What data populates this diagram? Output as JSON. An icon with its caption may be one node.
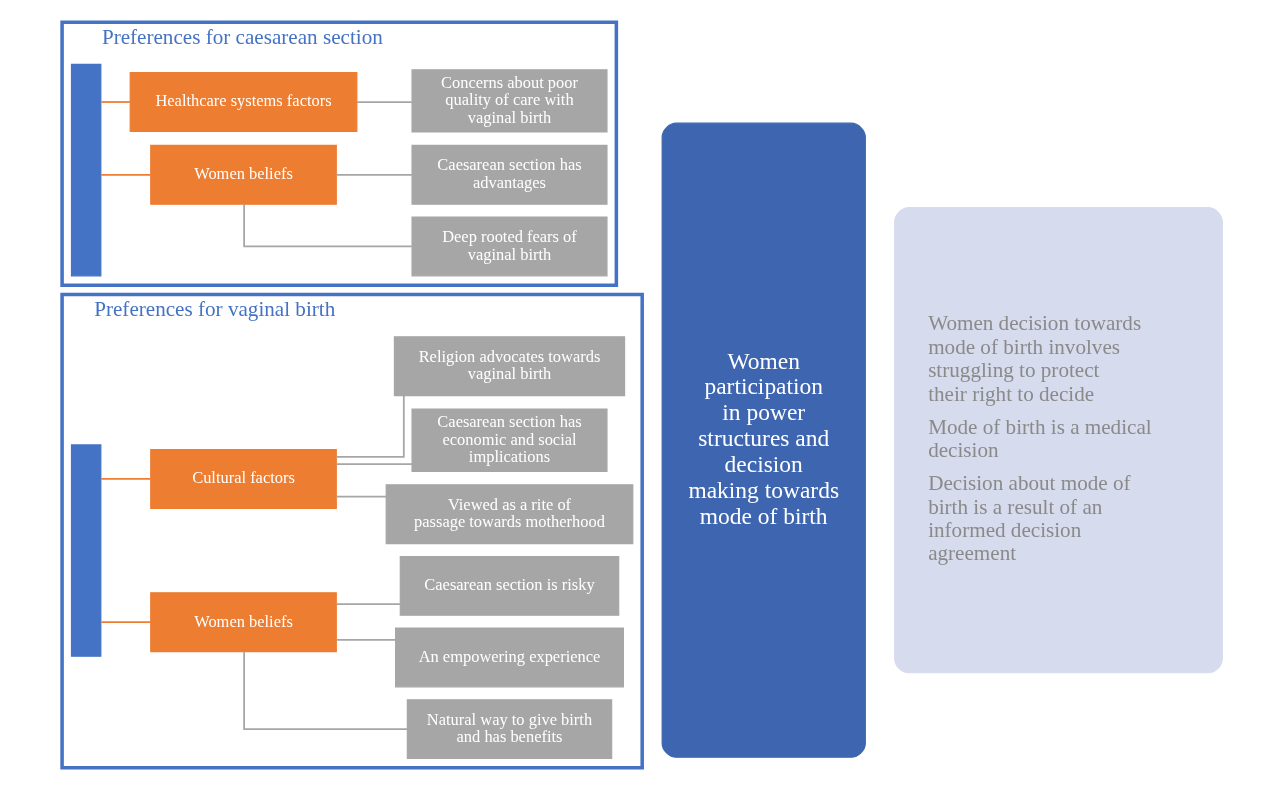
{
  "diagram": {
    "nodes": [
      {
        "text": [
          "Preferences for caesarean section"
        ]
      },
      {
        "text": [
          "Women beliefs"
        ],
        "in": 0
      },
      {
        "text": [
          "Healthcare systems factors"
        ],
        "in": 0
      },
      {
        "text": [
          "Deep rooted fears of vaginal birth"
        ],
        "in": 0
      },
      {
        "text": [
          "Caesarean section has advantages"
        ],
        "in": 0
      },
      {
        "text": [
          "Concerns about poor quality of care with vaginal birth"
        ],
        "in": 0
      },
      {
        "text": [
          "Preferences for vaginal birth"
        ]
      },
      {
        "text": [
          "Women beliefs"
        ],
        "in": 6
      },
      {
        "text": [
          "Cultural factors"
        ],
        "in": 6
      },
      {
        "text": [
          "Natural way to give birth and has benefits"
        ],
        "in": 6
      },
      {
        "text": [
          "An empowering experience"
        ],
        "in": 6
      },
      {
        "text": [
          "Caesarean section is risky"
        ],
        "in": 6
      },
      {
        "text": [
          "Viewed as a rite of passage towards motherhood"
        ],
        "in": 6
      },
      {
        "text": [
          "Caesarean section has economic and social implications"
        ],
        "in": 6
      },
      {
        "text": [
          "Religion advocates towards vaginal birth"
        ],
        "in": 6
      },
      {
        "text": [
          "Women participation in power structures and decision making towards mode of birth"
        ]
      },
      {
        "text": [
          "Women decision towards mode of birth involves struggling to protect their right to decide",
          "Mode of birth is a medical decision",
          "Decision about mode of birth is a result of an informed decision agreement"
        ]
      }
    ],
    "edges": [
      {
        "from": 0,
        "to": 1,
        "arrow": "none",
        "color": "#ed7d31"
      },
      {
        "from": 0,
        "to": 2,
        "arrow": "none",
        "color": "#ed7d31"
      },
      {
        "from": 1,
        "to": 3,
        "arrow": "none"
      },
      {
        "from": 1,
        "to": 4,
        "arrow": "none"
      },
      {
        "from": 2,
        "to": 5,
        "arrow": "none"
      },
      {
        "from": 6,
        "to": 7,
        "arrow": "none",
        "color": "#ed7d31"
      },
      {
        "from": 6,
        "to": 8,
        "arrow": "none",
        "color": "#ed7d31"
      },
      {
        "from": 7,
        "to": 9,
        "arrow": "none"
      },
      {
        "from": 7,
        "to": 10,
        "arrow": "none"
      },
      {
        "from": 7,
        "to": 11,
        "arrow": "none"
      },
      {
        "from": 8,
        "to": 12,
        "arrow": "none"
      },
      {
        "from": 8,
        "to": 13,
        "arrow": "none"
      },
      {
        "from": 8,
        "to": 14,
        "arrow": "none"
      }
    ]
  }
}
